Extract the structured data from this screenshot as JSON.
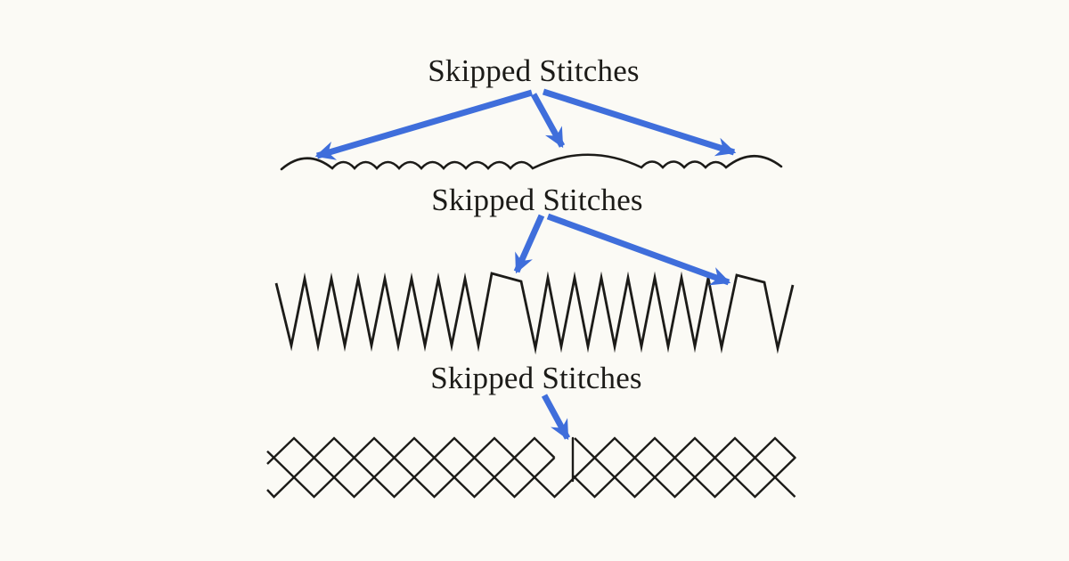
{
  "colors": {
    "background": "#fbfaf5",
    "ink": "#1c1b18",
    "accent": "#3f6edb"
  },
  "sections": [
    {
      "id": "straight-stitch-row",
      "label": "Skipped Stitches",
      "arrows": 3,
      "skipped_regions": 3
    },
    {
      "id": "zigzag-stitch-row",
      "label": "Skipped Stitches",
      "arrows": 2,
      "skipped_regions": 2
    },
    {
      "id": "diamond-stitch-row",
      "label": "Skipped Stitches",
      "arrows": 1,
      "skipped_regions": 1
    }
  ]
}
